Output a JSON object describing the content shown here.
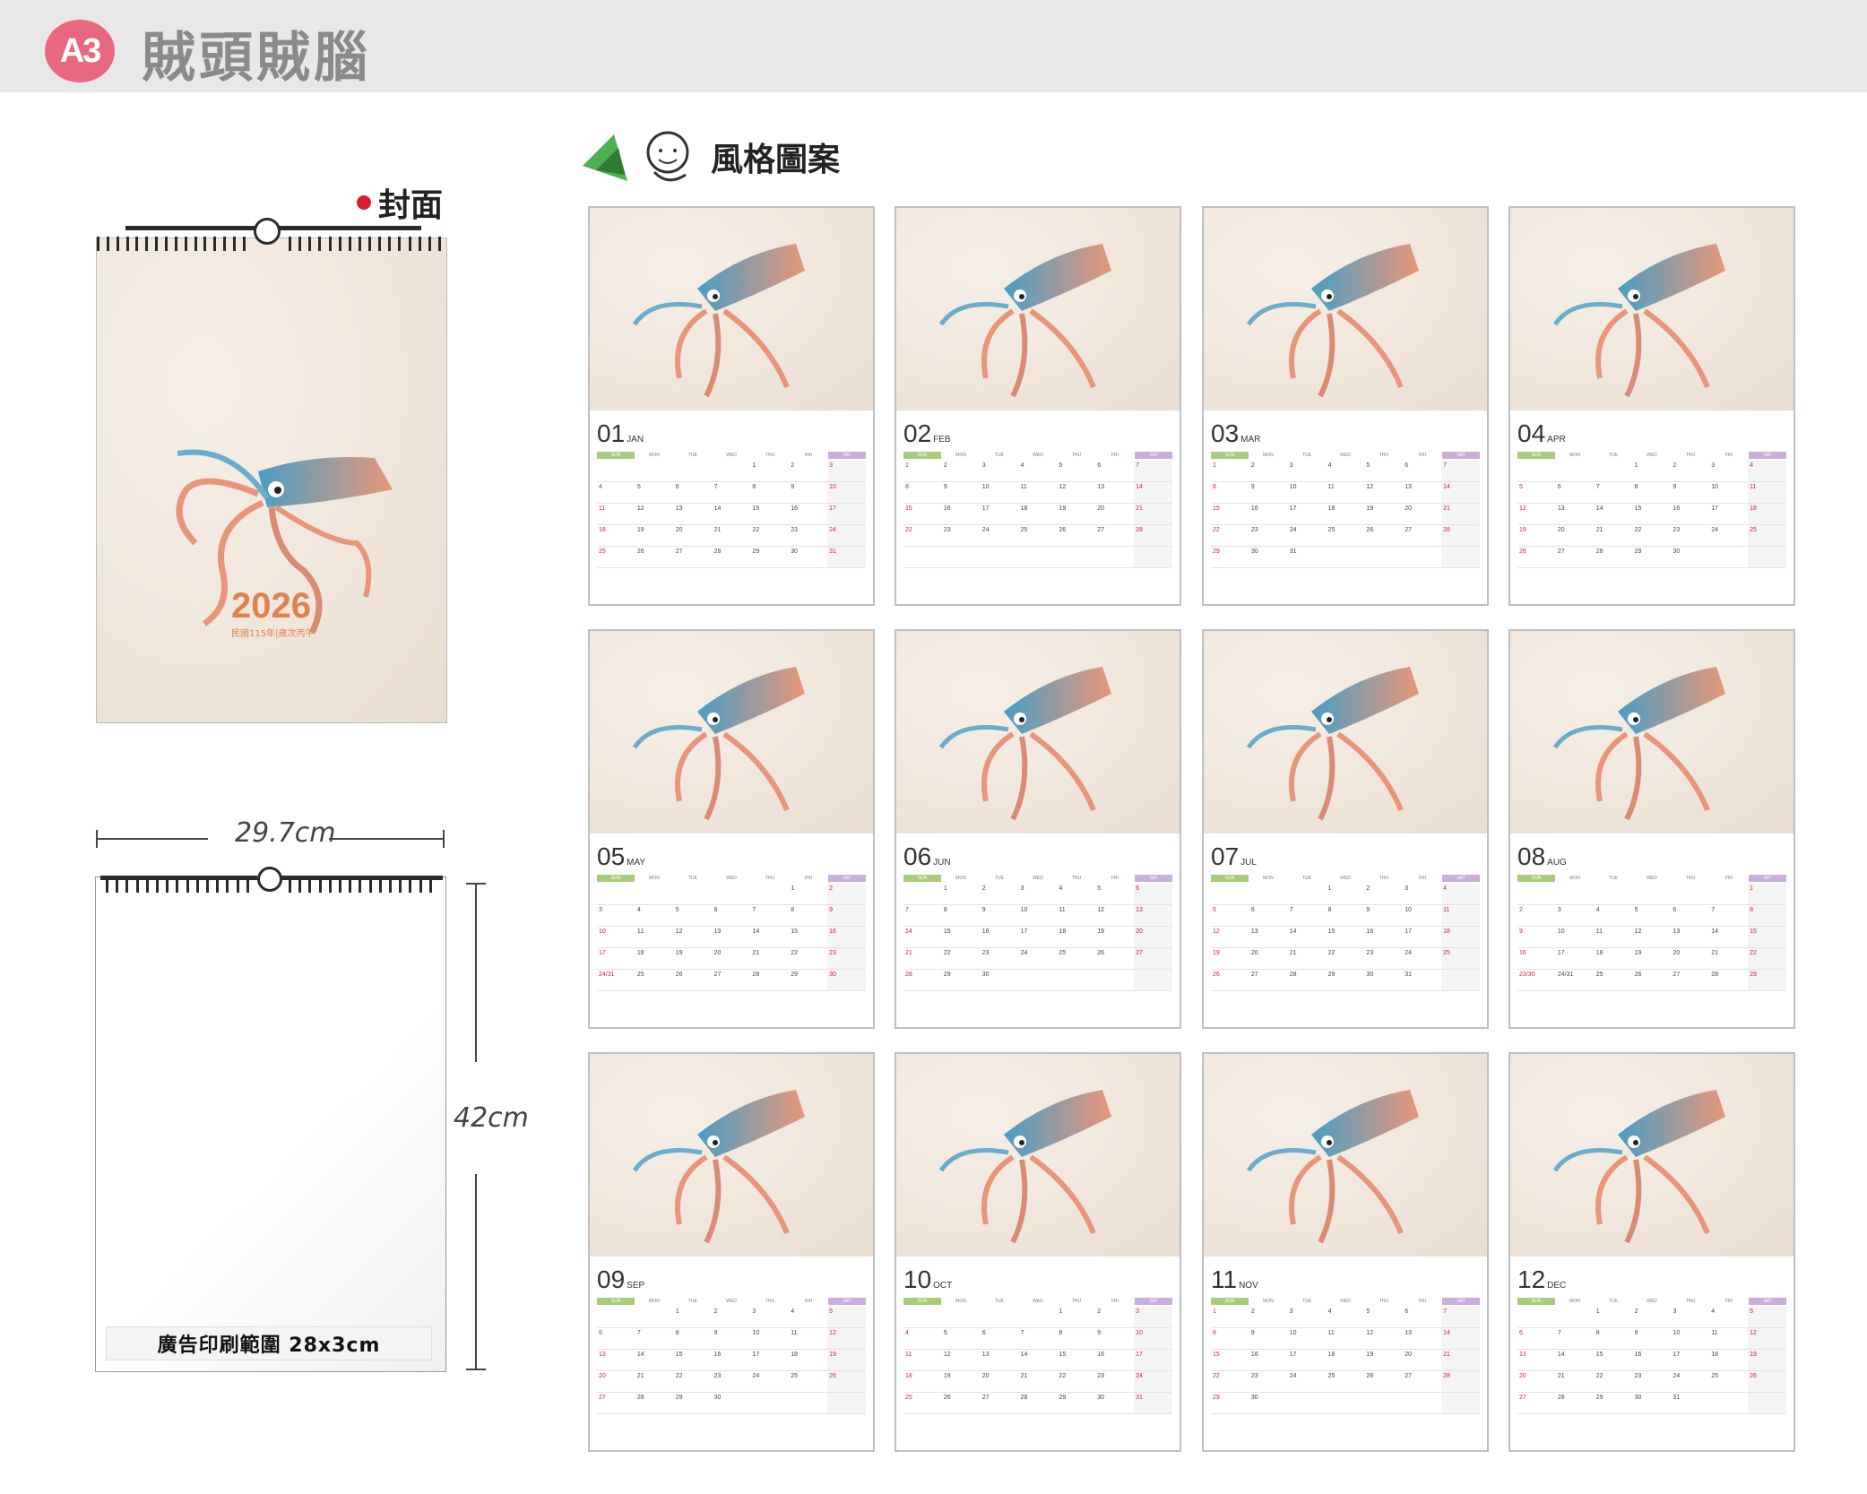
{
  "header": {
    "badge": "A3",
    "title": "賊頭賊腦"
  },
  "cover": {
    "label": "封面",
    "year": "2026",
    "subtitle": "民國115年|歲次丙午"
  },
  "dimensions": {
    "width": "29.7cm",
    "height": "42cm"
  },
  "ad_area": {
    "label": "廣告印刷範圍 28x3cm"
  },
  "style_section": {
    "title": "風格圖案"
  },
  "weekdays": [
    "SUN",
    "MON",
    "TUE",
    "WED",
    "THU",
    "FRI",
    "SAT"
  ],
  "months": [
    {
      "num": "01",
      "name": "JAN"
    },
    {
      "num": "02",
      "name": "FEB"
    },
    {
      "num": "03",
      "name": "MAR"
    },
    {
      "num": "04",
      "name": "APR"
    },
    {
      "num": "05",
      "name": "MAY"
    },
    {
      "num": "06",
      "name": "JUN"
    },
    {
      "num": "07",
      "name": "JUL"
    },
    {
      "num": "08",
      "name": "AUG"
    },
    {
      "num": "09",
      "name": "SEP"
    },
    {
      "num": "10",
      "name": "OCT"
    },
    {
      "num": "11",
      "name": "NOV"
    },
    {
      "num": "12",
      "name": "DEC"
    }
  ],
  "colors": {
    "accent_pink": "#e8697f",
    "year_orange": "#e0814f",
    "sun_green": "#a8cc7c",
    "sat_purple": "#c9aedb"
  }
}
